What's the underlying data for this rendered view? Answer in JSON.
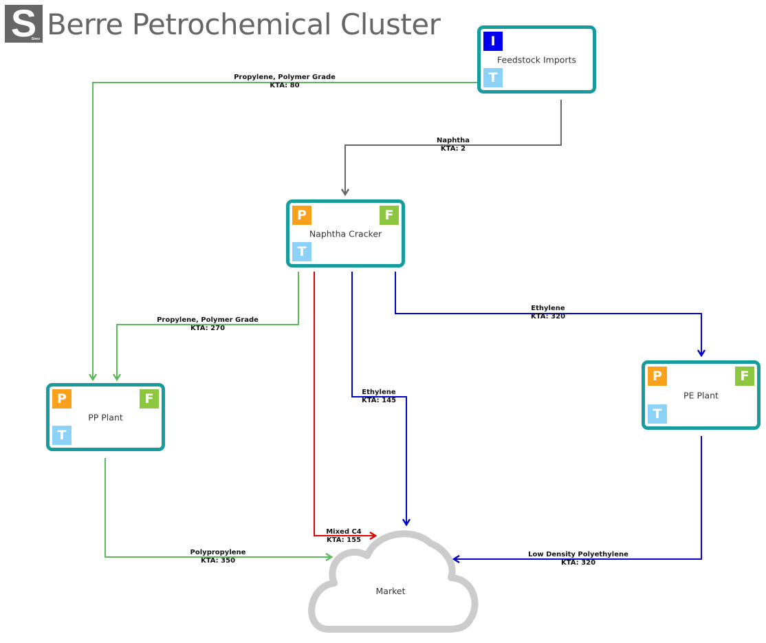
{
  "header": {
    "logo_letter": "S",
    "logo_sub": "Sirev",
    "title": "Berre Petrochemical Cluster"
  },
  "colors": {
    "node_border": "#169c9c",
    "badge_P": "#f9a11b",
    "badge_F": "#8dc63f",
    "badge_T": "#8bd1f8",
    "badge_I": "#0000ee",
    "flow_green": "#5cb85c",
    "flow_gray": "#666666",
    "flow_blue": "#0000cc",
    "flow_red": "#dd0000",
    "market_cloud": "#cccccc"
  },
  "nodes": {
    "feedstock": {
      "name": "Feedstock Imports",
      "badges": [
        "I",
        "T"
      ]
    },
    "cracker": {
      "name": "Naphtha Cracker",
      "badges": [
        "P",
        "F",
        "T"
      ]
    },
    "pp": {
      "name": "PP Plant",
      "badges": [
        "P",
        "F",
        "T"
      ]
    },
    "pe": {
      "name": "PE Plant",
      "badges": [
        "P",
        "F",
        "T"
      ]
    },
    "market": {
      "name": "Market"
    }
  },
  "flows": [
    {
      "id": "feed-to-pp",
      "from": "Feedstock Imports",
      "to": "PP Plant",
      "product": "Propylene, Polymer Grade",
      "kta": "KTA: 80",
      "color": "green"
    },
    {
      "id": "feed-to-cracker",
      "from": "Feedstock Imports",
      "to": "Naphtha Cracker",
      "product": "Naphtha",
      "kta": "KTA: 2",
      "color": "gray"
    },
    {
      "id": "cracker-to-pp",
      "from": "Naphtha Cracker",
      "to": "PP Plant",
      "product": "Propylene, Polymer Grade",
      "kta": "KTA: 270",
      "color": "green"
    },
    {
      "id": "cracker-to-pe",
      "from": "Naphtha Cracker",
      "to": "PE Plant",
      "product": "Ethylene",
      "kta": "KTA: 320",
      "color": "blue"
    },
    {
      "id": "cracker-ethylene-market",
      "from": "Naphtha Cracker",
      "to": "Market",
      "product": "Ethylene",
      "kta": "KTA: 145",
      "color": "blue"
    },
    {
      "id": "cracker-c4-market",
      "from": "Naphtha Cracker",
      "to": "Market",
      "product": "Mixed C4",
      "kta": "KTA: 155",
      "color": "red"
    },
    {
      "id": "pp-to-market",
      "from": "PP Plant",
      "to": "Market",
      "product": "Polypropylene",
      "kta": "KTA: 350",
      "color": "green"
    },
    {
      "id": "pe-to-market",
      "from": "PE Plant",
      "to": "Market",
      "product": "Low Density Polyethylene",
      "kta": "KTA: 320",
      "color": "blue"
    }
  ]
}
